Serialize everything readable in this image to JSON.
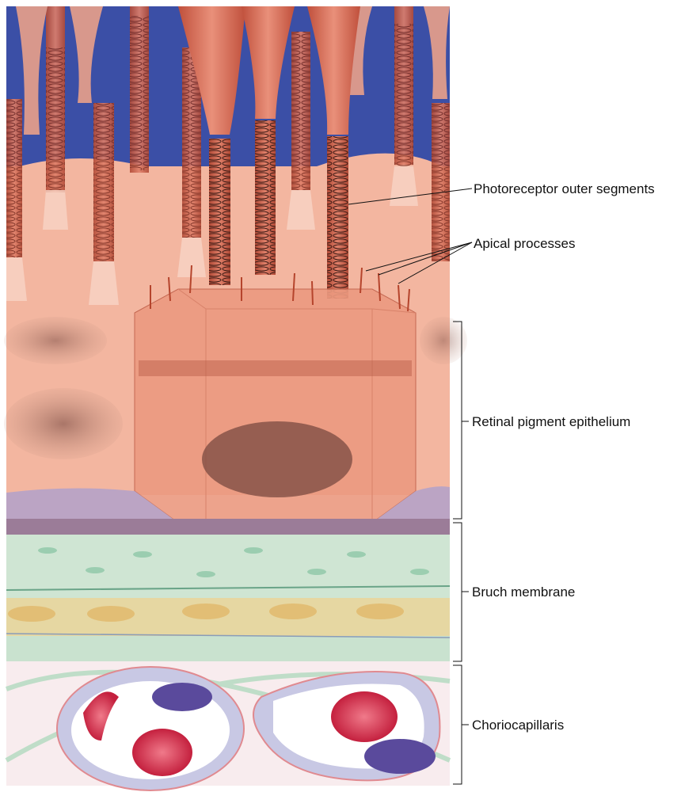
{
  "labels": {
    "photoreceptor": "Photoreceptor outer segments",
    "apical": "Apical processes",
    "rpe": "Retinal pigment epithelium",
    "bruch": "Bruch membrane",
    "chorio": "Choriocapillaris"
  },
  "colors": {
    "background_blue": "#3b4fa6",
    "cell_pink": "#f3b6a0",
    "rod_red": "#c8604a",
    "membrane_purple": "#b9a2c4",
    "bruch_green": "#cfe5d3",
    "bruch_yellow": "#e6cf96",
    "red_cell": "#d83a5a",
    "white_cell": "#6a5aa8"
  }
}
